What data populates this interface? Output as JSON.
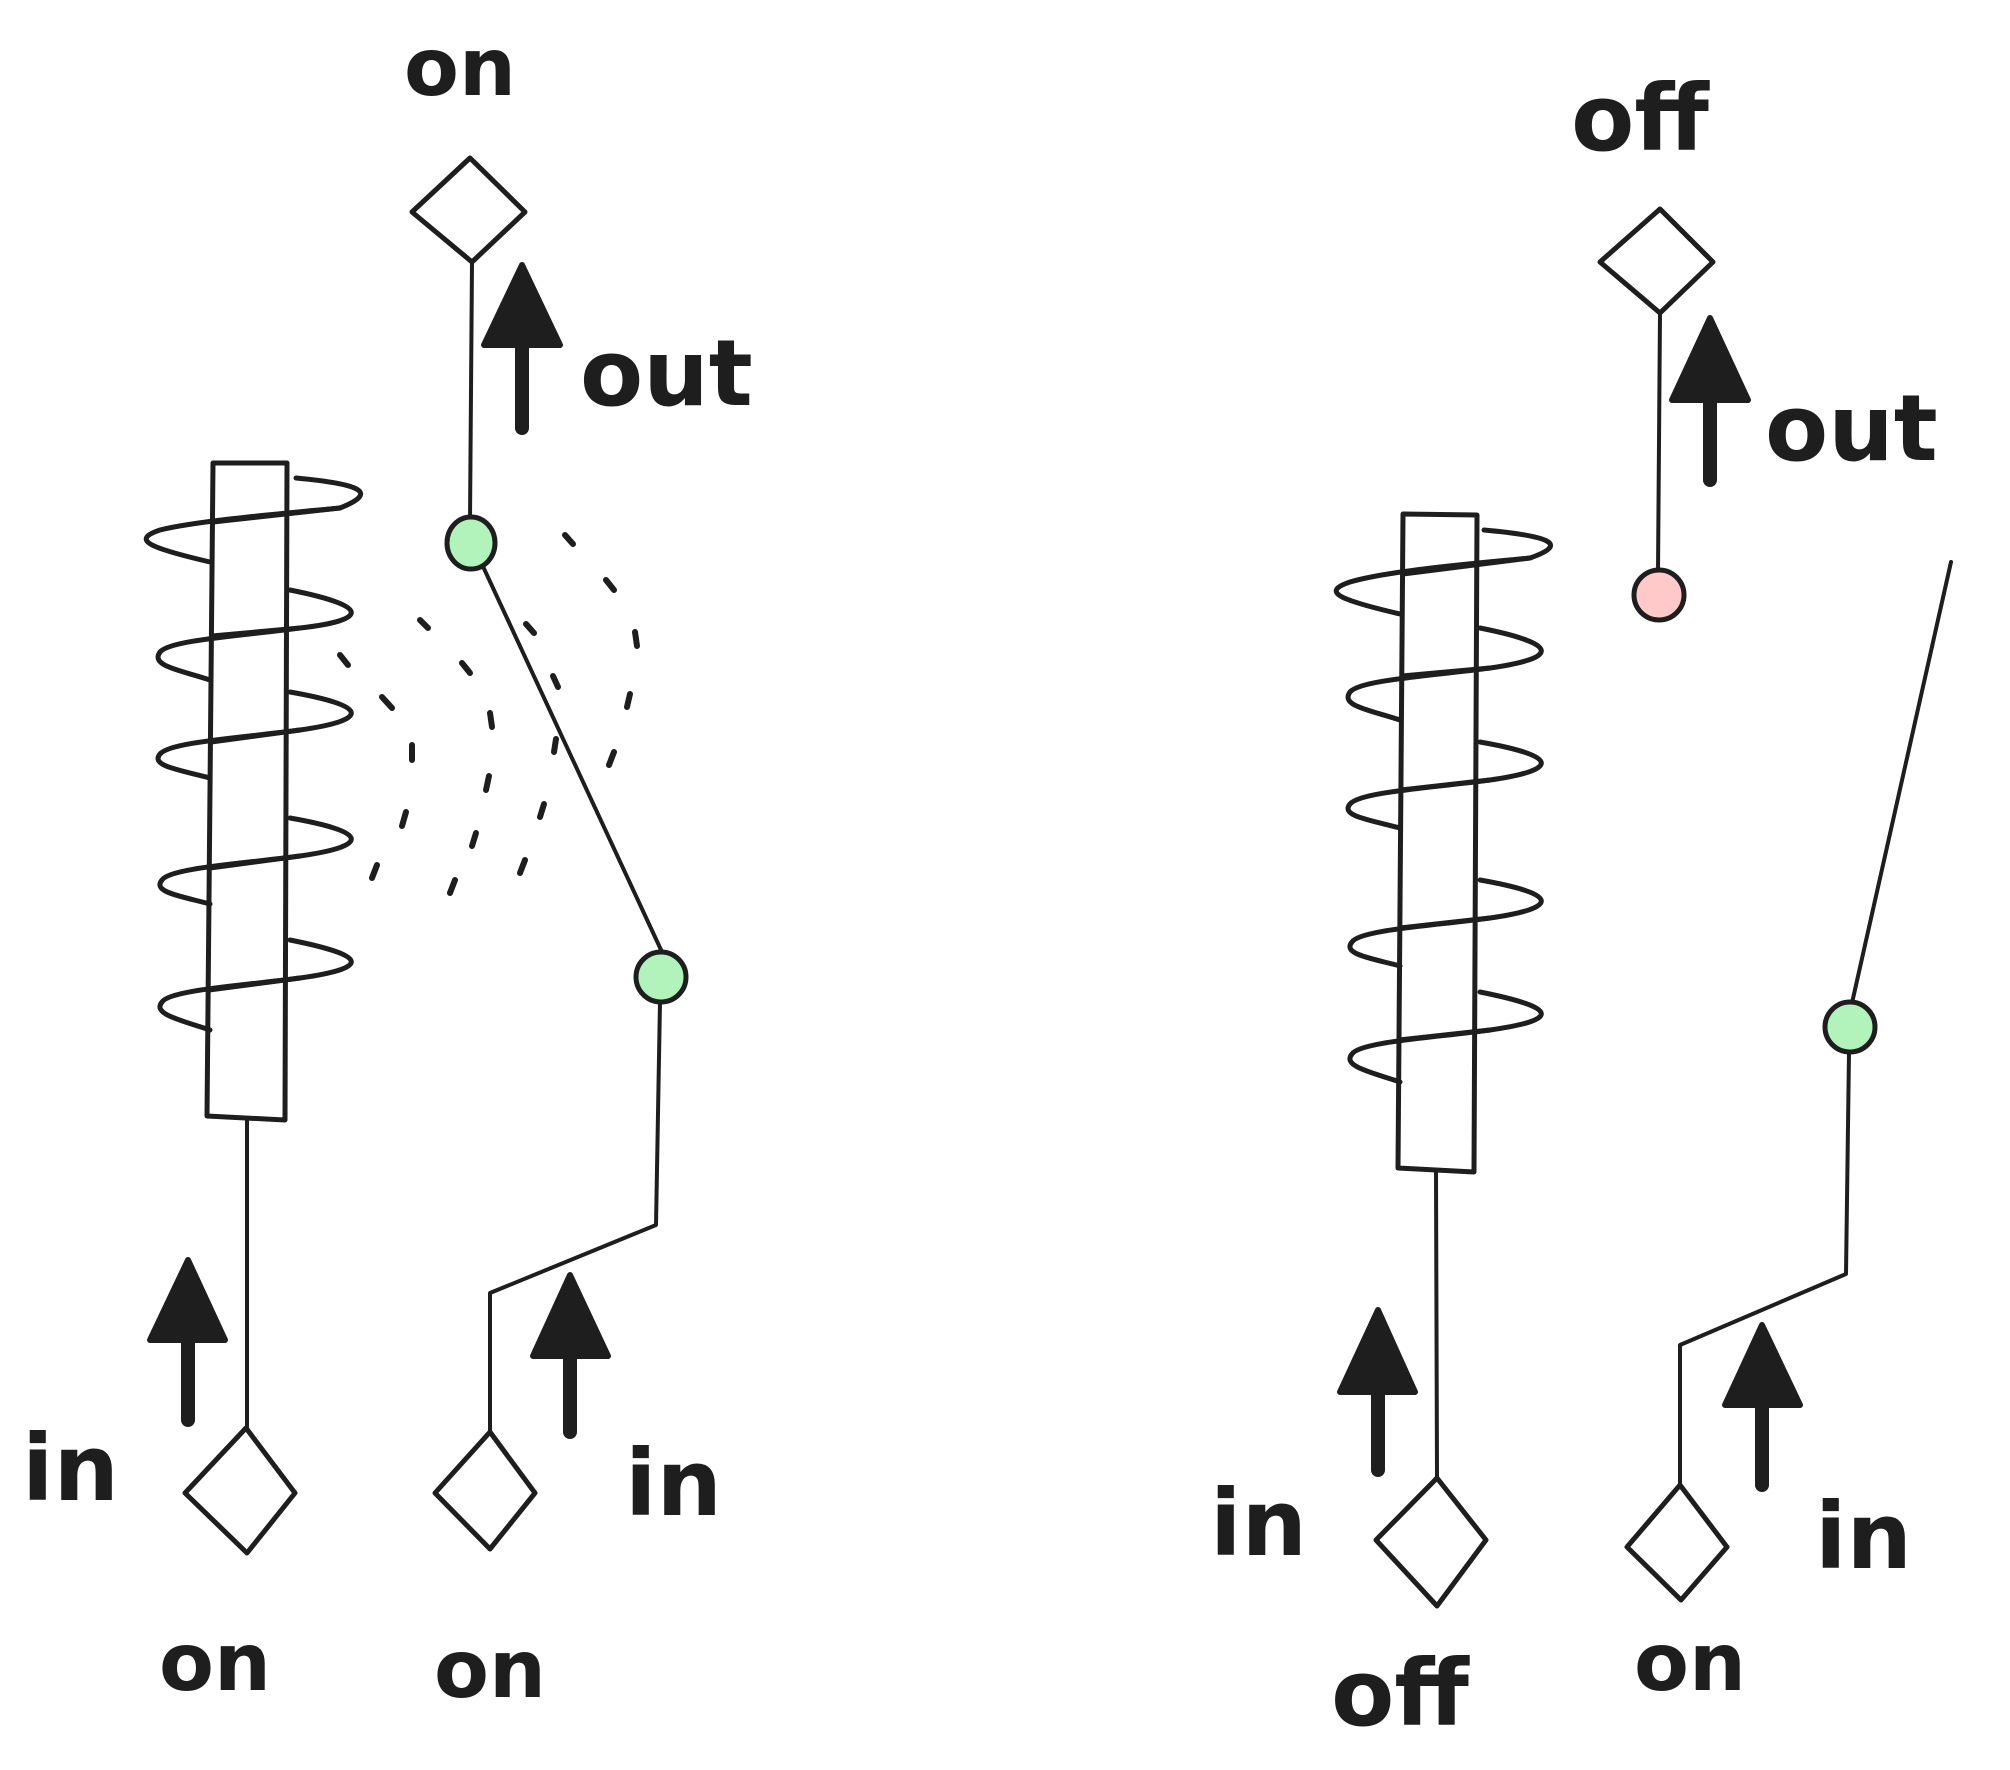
{
  "colors": {
    "on": "#b2f2bb",
    "off": "#ffc9c9",
    "core": "#ffec99",
    "ink": "#1e1e1e"
  },
  "relays": [
    {
      "name": "relay-energized",
      "state": "energized",
      "output": {
        "label": "on",
        "direction_label": "out"
      },
      "coil_input": {
        "label": "on",
        "direction_label": "in"
      },
      "switch_input": {
        "label": "on",
        "direction_label": "in"
      },
      "magnetic_field": true,
      "switch_closed": true
    },
    {
      "name": "relay-deenergized",
      "state": "de-energized",
      "output": {
        "label": "off",
        "direction_label": "out"
      },
      "coil_input": {
        "label": "off",
        "direction_label": "in"
      },
      "switch_input": {
        "label": "on",
        "direction_label": "in"
      },
      "magnetic_field": false,
      "switch_closed": false
    }
  ]
}
